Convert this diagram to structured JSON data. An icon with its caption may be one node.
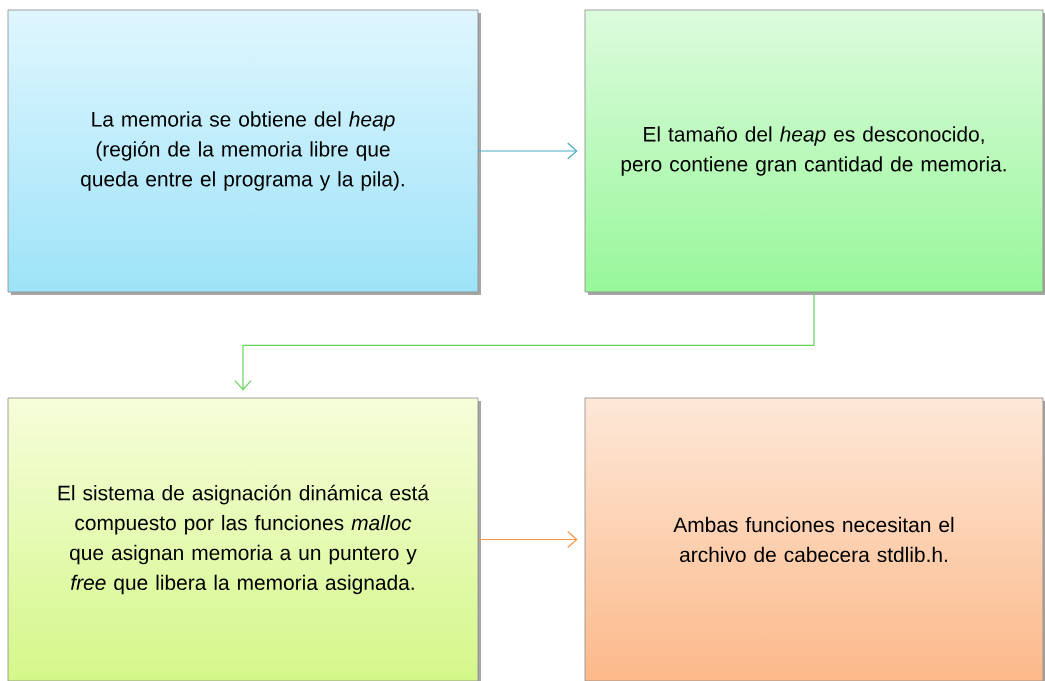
{
  "diagram": {
    "nodes": [
      {
        "text": [
          "La memoria se obtiene del *heap* (región de la memoria libre que queda entre el programa y la pila)."
        ]
      },
      {
        "text": [
          "El tamaño del *heap* es desconocido, pero contiene gran cantidad de memoria."
        ]
      },
      {
        "text": [
          "El sistema de asignación dinámica está compuesto por las funciones *malloc* que asignan memoria a un puntero y *free* que libera la memoria asignada."
        ]
      },
      {
        "text": [
          "Ambas funciones necesitan el archivo de cabecera stdlib.h."
        ]
      }
    ],
    "edges": [
      {
        "from": 0,
        "to": 1,
        "arrow": "to",
        "color": "#4bacc6"
      },
      {
        "from": 1,
        "to": 2,
        "arrow": "to",
        "color": "#66d35a"
      },
      {
        "from": 2,
        "to": 3,
        "arrow": "to",
        "color": "#f79646"
      }
    ]
  }
}
